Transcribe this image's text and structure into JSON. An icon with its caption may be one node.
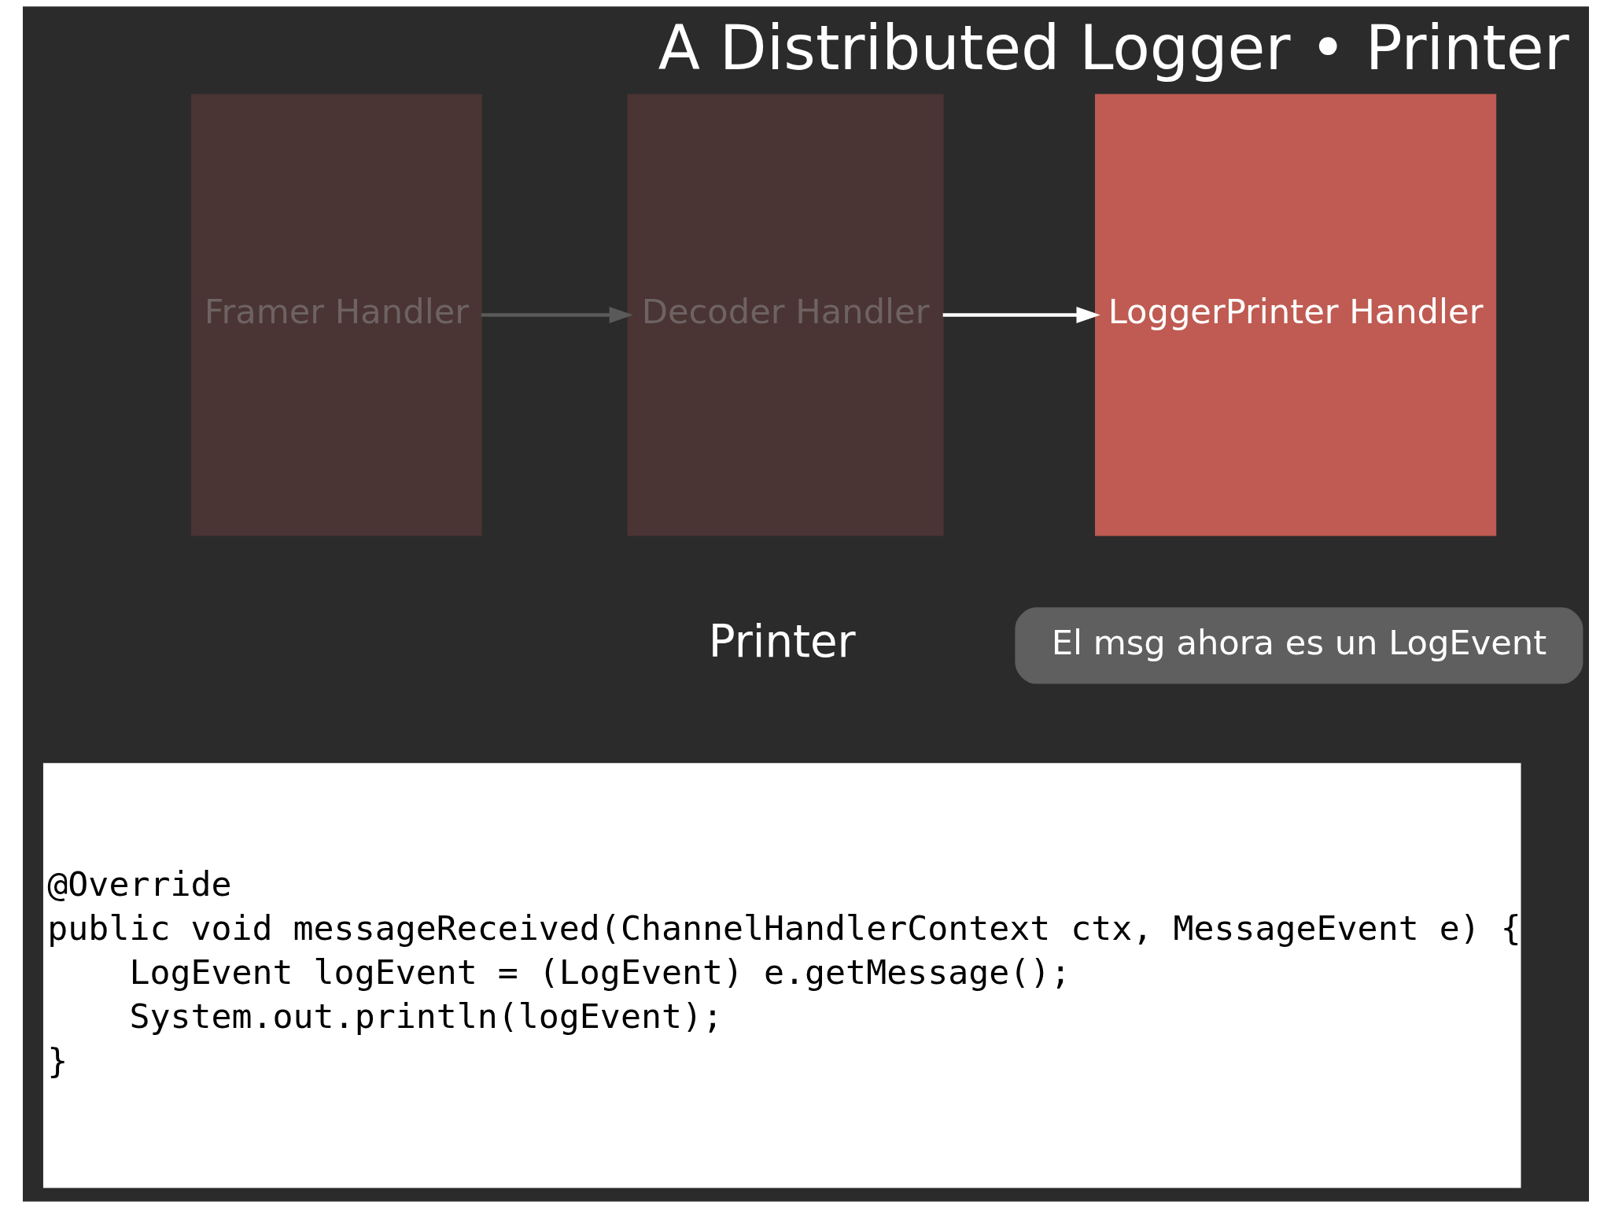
{
  "diagram": {
    "title": "A Distributed Logger • Printer",
    "nodes": [
      {
        "text": [
          "Framer Handler"
        ]
      },
      {
        "text": [
          "Decoder Handler"
        ]
      },
      {
        "text": [
          "LoggerPrinter Handler"
        ]
      },
      {
        "text": [
          "El msg ahora es un LogEvent"
        ]
      }
    ],
    "edges": [
      {
        "from": 0,
        "to": 1,
        "arrow": "to",
        "color": "#5a5a5a"
      },
      {
        "from": 1,
        "to": 2,
        "arrow": "to",
        "color": "#ffffff"
      }
    ],
    "labels": [
      "Printer",
      "@Override",
      "public void messageReceived(ChannelHandlerContext ctx, MessageEvent e) {",
      "    LogEvent logEvent = (LogEvent) e.getMessage();",
      "    System.out.println(logEvent);",
      "}"
    ]
  }
}
